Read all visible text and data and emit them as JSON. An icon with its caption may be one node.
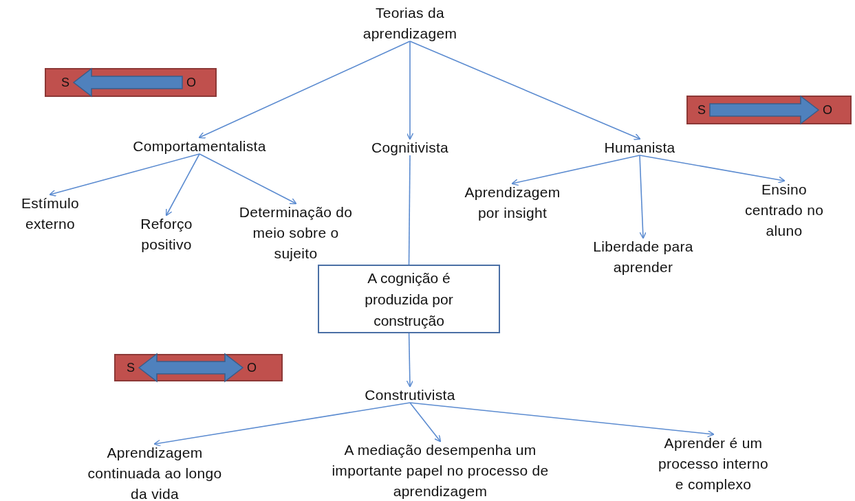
{
  "diagram": {
    "nodes": [
      {
        "text": [
          "Teorias da aprendizagem"
        ]
      },
      {
        "text": [
          "Comportamentalista"
        ]
      },
      {
        "text": [
          "Cognitivista"
        ]
      },
      {
        "text": [
          "Humanista"
        ]
      },
      {
        "text": [
          "Estímulo externo"
        ]
      },
      {
        "text": [
          "Reforço positivo"
        ]
      },
      {
        "text": [
          "Determinação do meio sobre o sujeito"
        ]
      },
      {
        "text": [
          "Aprendizagem por insight"
        ]
      },
      {
        "text": [
          "Liberdade para aprender"
        ]
      },
      {
        "text": [
          "Ensino centrado no aluno"
        ]
      },
      {
        "text": [
          "A cognição é produzida por construção"
        ]
      },
      {
        "text": [
          "Construtivista"
        ]
      },
      {
        "text": [
          "Aprendizagem continuada ao longo da vida"
        ]
      },
      {
        "text": [
          "A mediação desempenha um importante papel no processo de aprendizagem"
        ]
      },
      {
        "text": [
          "Aprender é um processo interno e complexo"
        ]
      },
      {
        "text": [],
        "shape": "bar"
      },
      {
        "text": [
          "S"
        ],
        "in": 15
      },
      {
        "text": [
          "O"
        ],
        "in": 15
      },
      {
        "text": [],
        "shape": "bar"
      },
      {
        "text": [
          "S"
        ],
        "in": 18
      },
      {
        "text": [
          "O"
        ],
        "in": 18
      },
      {
        "text": [],
        "shape": "bar"
      },
      {
        "text": [
          "S"
        ],
        "in": 21
      },
      {
        "text": [
          "O"
        ],
        "in": 21
      }
    ],
    "edges": [
      {
        "from": 0,
        "to": 1,
        "arrow": "to"
      },
      {
        "from": 0,
        "to": 2,
        "arrow": "to"
      },
      {
        "from": 0,
        "to": 3,
        "arrow": "to"
      },
      {
        "from": 1,
        "to": 4,
        "arrow": "to"
      },
      {
        "from": 1,
        "to": 5,
        "arrow": "to"
      },
      {
        "from": 1,
        "to": 6,
        "arrow": "to"
      },
      {
        "from": 3,
        "to": 7,
        "arrow": "to"
      },
      {
        "from": 3,
        "to": 8,
        "arrow": "to"
      },
      {
        "from": 3,
        "to": 9,
        "arrow": "to"
      },
      {
        "from": 2,
        "to": 10,
        "arrow": "none"
      },
      {
        "from": 10,
        "to": 11,
        "arrow": "to"
      },
      {
        "from": 11,
        "to": 12,
        "arrow": "to"
      },
      {
        "from": 11,
        "to": 13,
        "arrow": "to"
      },
      {
        "from": 11,
        "to": 14,
        "arrow": "to"
      },
      {
        "from": 17,
        "to": 16,
        "arrow": "to",
        "style": "thick",
        "color": "#4f81bd"
      },
      {
        "from": 19,
        "to": 20,
        "arrow": "to",
        "style": "thick",
        "color": "#4f81bd"
      },
      {
        "from": 22,
        "to": 23,
        "arrow": "both",
        "style": "thick",
        "color": "#4f81bd"
      }
    ]
  }
}
